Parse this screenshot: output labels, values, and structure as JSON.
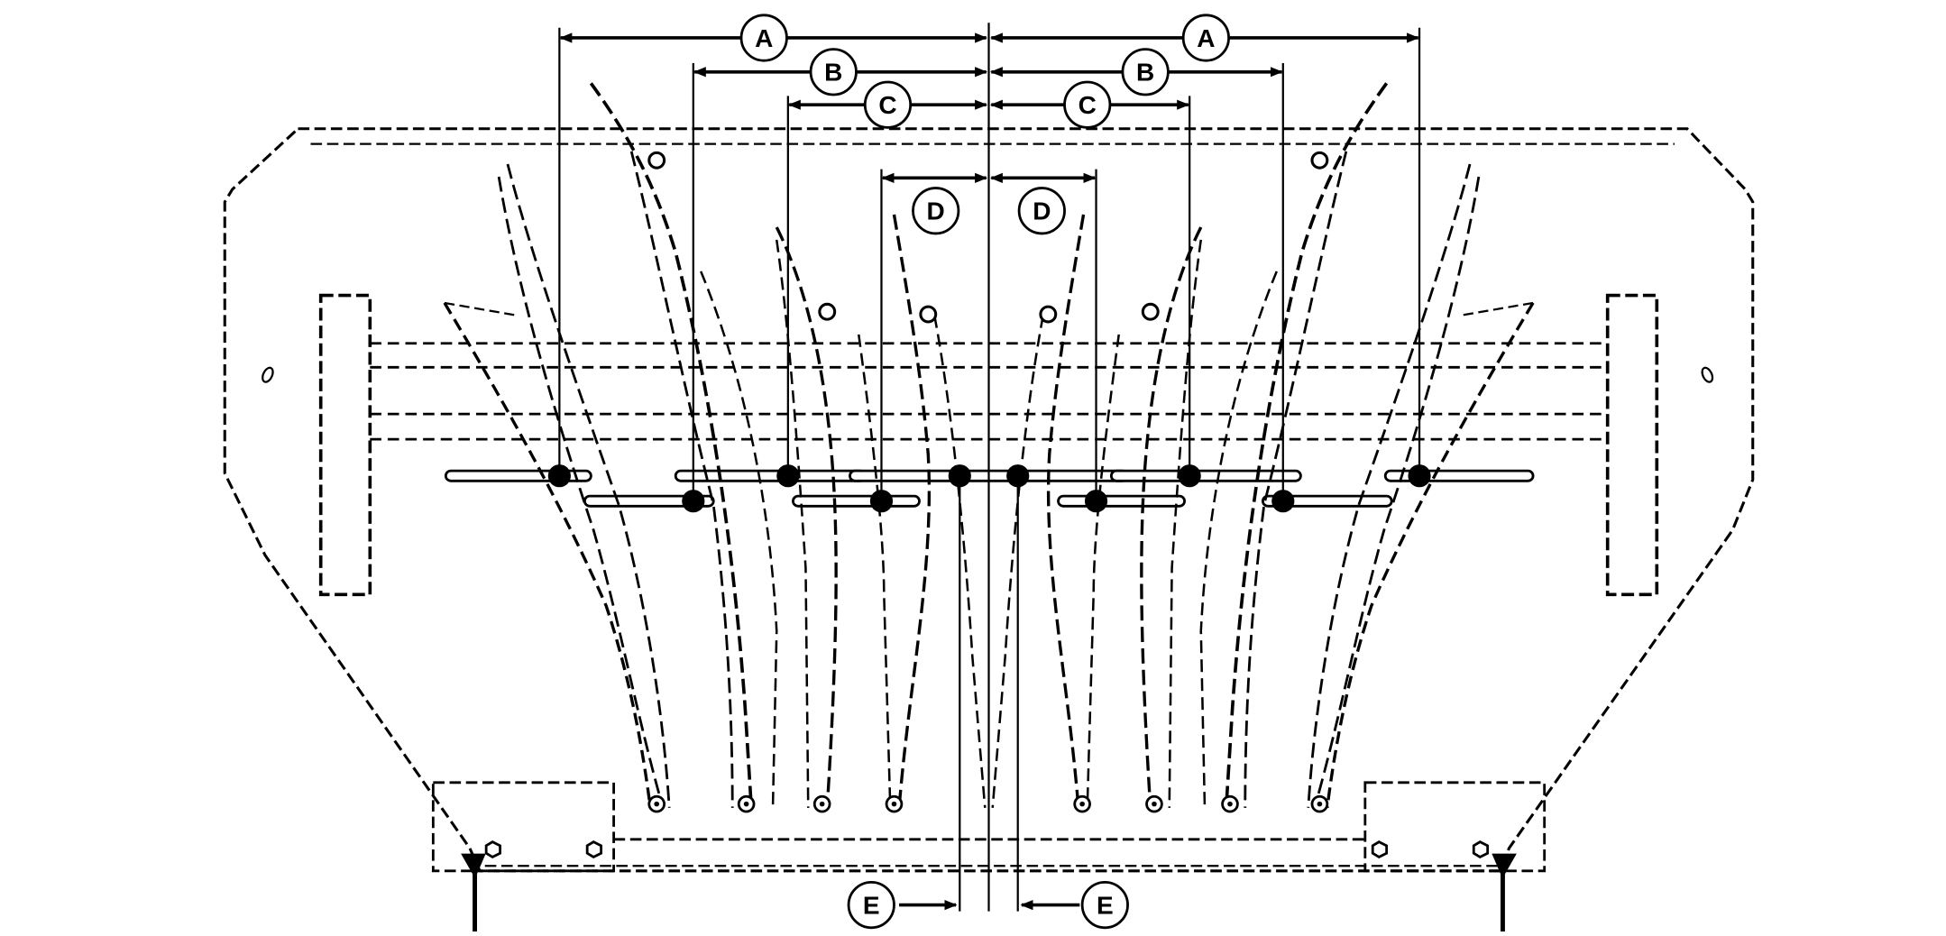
{
  "diagram": {
    "colors": {
      "line": "#000000",
      "background": "#ffffff"
    },
    "labels": {
      "A_left": "A",
      "A_right": "A",
      "B_left": "B",
      "B_right": "B",
      "C_left": "C",
      "C_right": "C",
      "D_left": "D",
      "D_right": "D",
      "E_left": "E",
      "E_right": "E"
    }
  }
}
